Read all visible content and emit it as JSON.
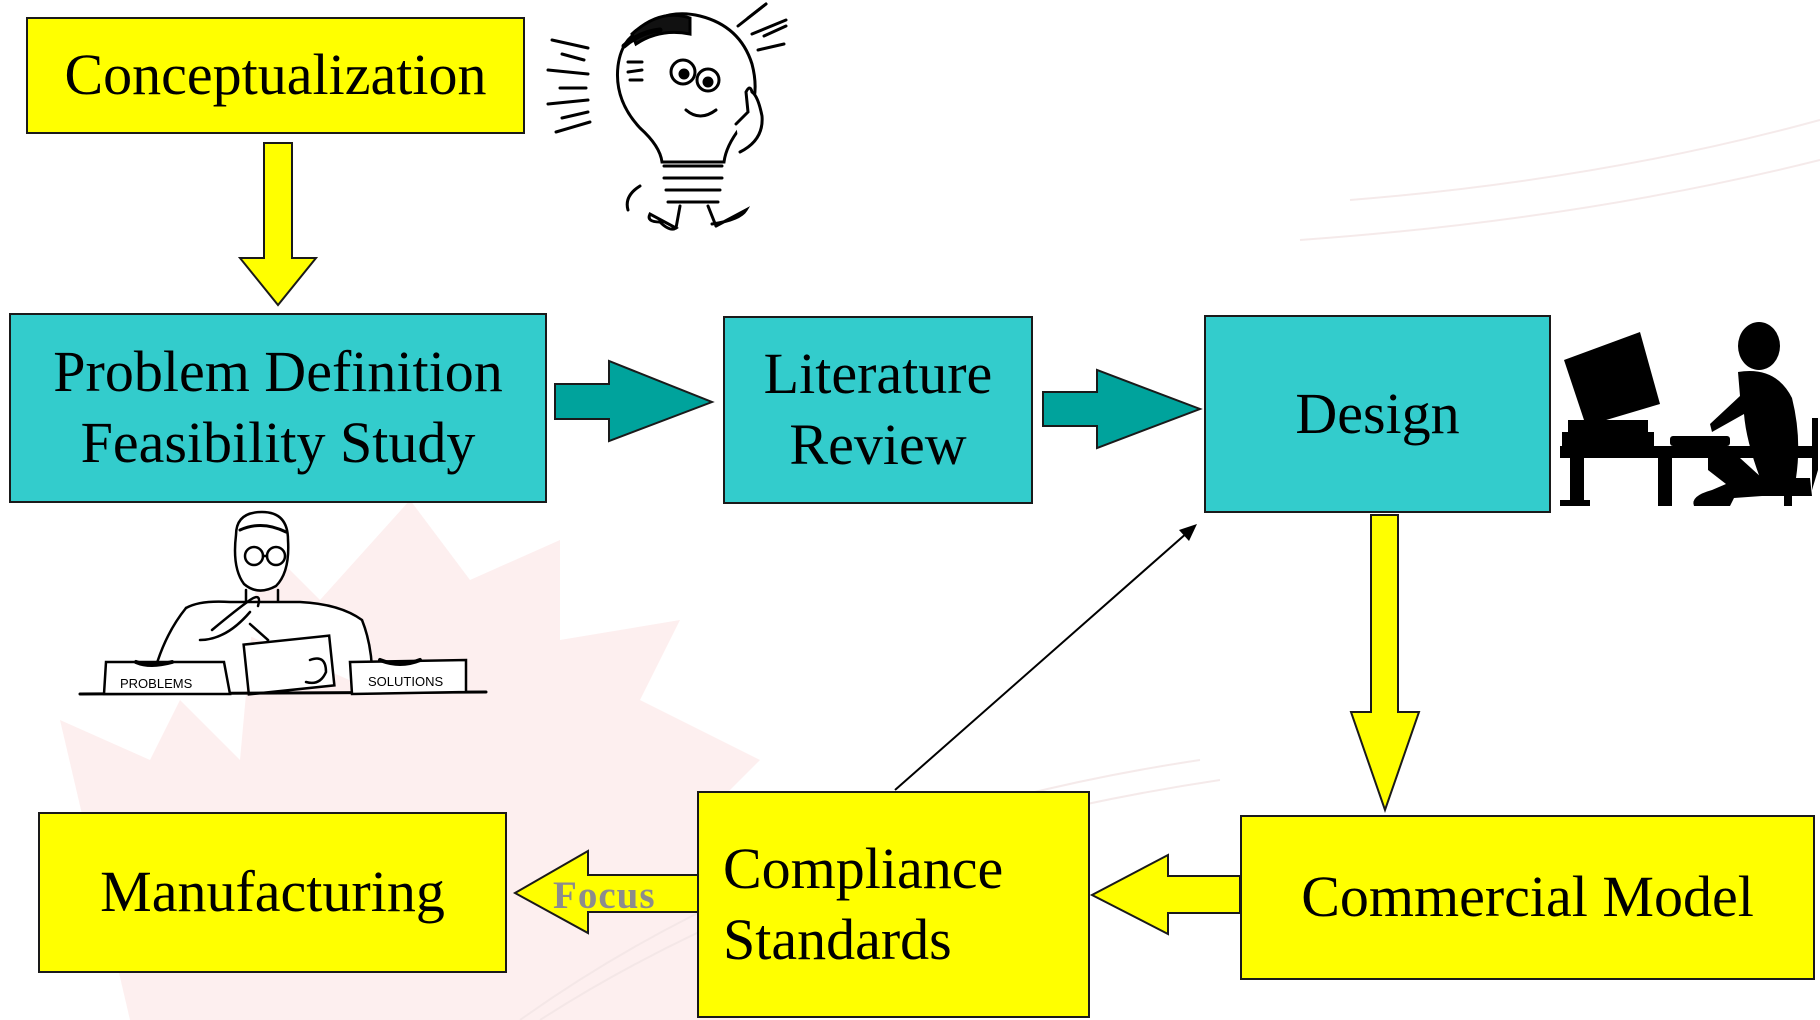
{
  "boxes": {
    "conceptualization": {
      "lines": [
        "Conceptualization"
      ]
    },
    "problem_definition": {
      "lines": [
        "Problem Definition",
        "Feasibility Study"
      ]
    },
    "literature_review": {
      "lines": [
        "Literature",
        "Review"
      ]
    },
    "design": {
      "lines": [
        "Design"
      ]
    },
    "commercial_model": {
      "lines": [
        "Commercial Model"
      ]
    },
    "compliance_standards": {
      "lines": [
        "Compliance",
        "Standards"
      ]
    },
    "manufacturing": {
      "lines": [
        "Manufacturing"
      ]
    }
  },
  "arrow_labels": {
    "focus": "Focus"
  },
  "colors": {
    "yellow": "#ffff00",
    "teal_box": "#33cccc",
    "teal_arrow": "#00a39c",
    "watermark": "#f9d3d3"
  },
  "clipart": [
    "lightbulb-mascot",
    "thinking-man-problems-solutions",
    "person-at-computer"
  ],
  "clipart_labels": {
    "problems": "PROBLEMS",
    "solutions": "SOLUTIONS"
  }
}
